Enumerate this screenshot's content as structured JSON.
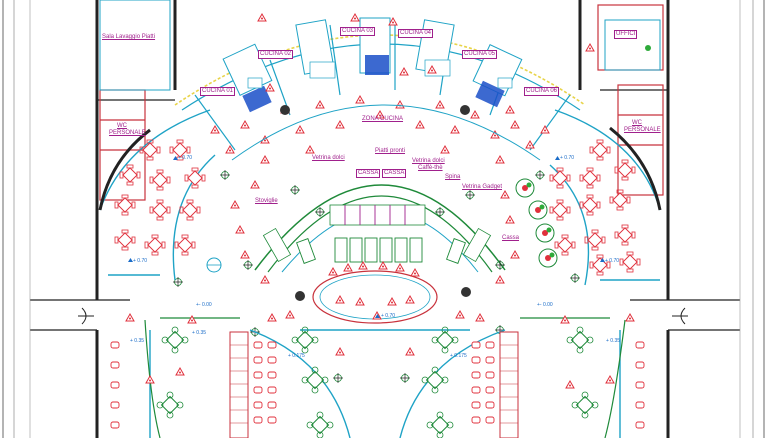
{
  "labels": {
    "cucina_01": "CUCINA 01",
    "cucina_02": "CUCINA 02",
    "cucina_03": "CUCINA 03",
    "cucina_04": "CUCINA 04",
    "cucina_05": "CUCINA 05",
    "cucina_06": "CUCINA 06",
    "zona_cucina": "ZONA CUCINA",
    "sala_lavaggio": "Sala Lavaggio Piatti",
    "uffici": "UFFICI",
    "wc_left": "WC PERSONALE",
    "wc_right": "WC PERSONALE",
    "piatti_pronti": "Piatti pronti",
    "vetrina_dolci_left": "Vetrina dolci",
    "vetrina_dolci_right": "Vetrina dolci",
    "caffe_the": "Caffè-thè",
    "spina": "Spina",
    "vetrina_gadget": "Vetrina Gadget",
    "stoviglie": "Stoviglie",
    "cassa": "Cassa",
    "counter_left": "CASSA",
    "counter_right": "CASSA"
  },
  "levels": {
    "l1": "+ 0.70",
    "l2": "+ 0.70",
    "l3": "+ 0.70",
    "l4": "+ 0.70",
    "l5": "+ 0.70",
    "l6": "+- 0.00",
    "l7": "+- 0.00",
    "l8": "+ 0.35",
    "l9": "+ 0.35",
    "l10": "+ 0.175",
    "l11": "+ 0.175",
    "l12": "+ 0.35"
  },
  "colors": {
    "wall": "#222222",
    "partition": "#1fa3c6",
    "furniture": "#e0303c",
    "counter": "#1f8a3a",
    "label": "#a0208c",
    "kitchen_blue": "#1a4fc8",
    "glass": "#e8d44a"
  }
}
